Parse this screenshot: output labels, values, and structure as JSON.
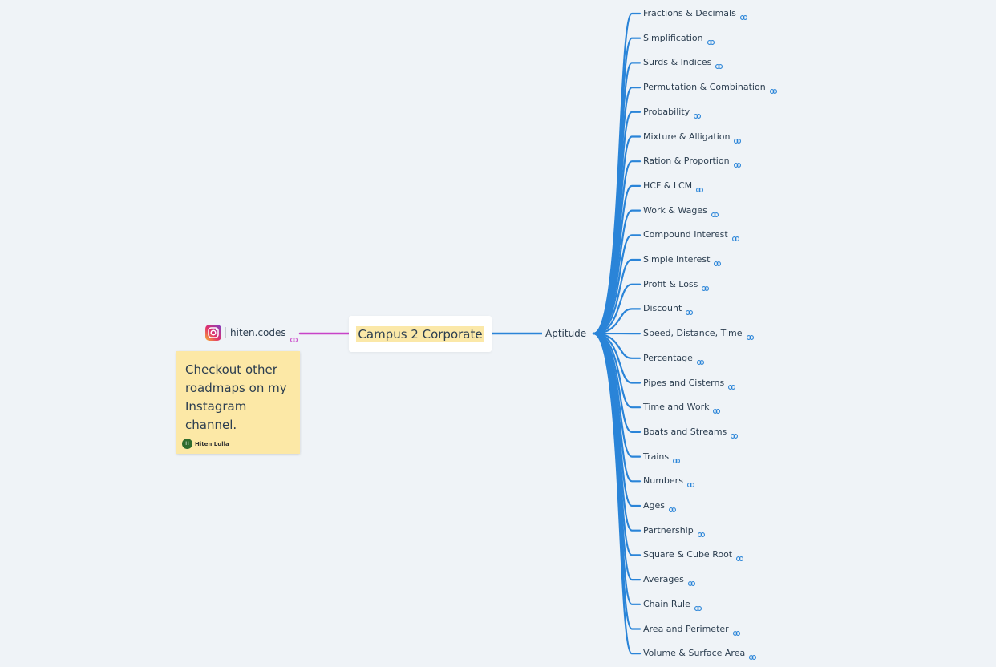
{
  "central_topic": {
    "label": "Campus 2 Corporate"
  },
  "branch": {
    "label": "Aptitude",
    "color": "#2a84d8"
  },
  "leaves": [
    "Fractions & Decimals",
    "Simplification",
    "Surds & Indices",
    "Permutation & Combination",
    "Probability",
    "Mixture & Alligation",
    "Ration & Proportion",
    "HCF & LCM",
    "Work & Wages",
    "Compound Interest",
    "Simple Interest",
    "Profit & Loss",
    "Discount",
    "Speed, Distance, Time",
    "Percentage",
    "Pipes and Cisterns",
    "Time and Work",
    "Boats and Streams",
    "Trains",
    "Numbers",
    "Ages",
    "Partnership",
    "Square & Cube Root",
    "Averages",
    "Chain Rule",
    "Area and Perimeter",
    "Volume & Surface Area"
  ],
  "left_node": {
    "label": "hiten.codes",
    "icon": "instagram-icon",
    "color": "#c843c8"
  },
  "sticky_note": {
    "text": "Checkout other roadmaps on my Instagram channel.",
    "author": "Hiten Lulla",
    "author_initial": "H"
  },
  "link_icon": "link-icon"
}
